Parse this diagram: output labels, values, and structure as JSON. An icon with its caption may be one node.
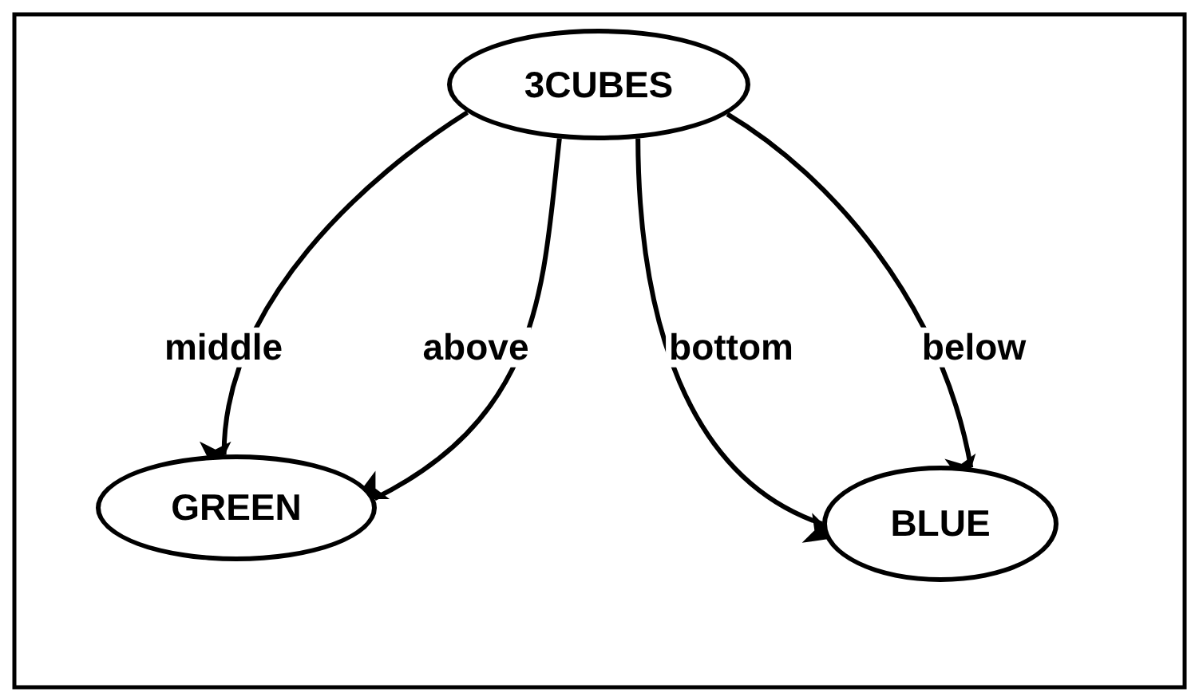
{
  "diagram": {
    "nodes": [
      {
        "text": [
          "3CUBES"
        ]
      },
      {
        "text": [
          "GREEN"
        ]
      },
      {
        "text": [
          "BLUE"
        ]
      }
    ],
    "edges": [
      {
        "from": 0,
        "to": 1,
        "arrow": "to",
        "label": "middle"
      },
      {
        "from": 0,
        "to": 1,
        "arrow": "to",
        "label": "above"
      },
      {
        "from": 0,
        "to": 2,
        "arrow": "to",
        "label": "bottom"
      },
      {
        "from": 0,
        "to": 2,
        "arrow": "to",
        "label": "below"
      }
    ]
  }
}
